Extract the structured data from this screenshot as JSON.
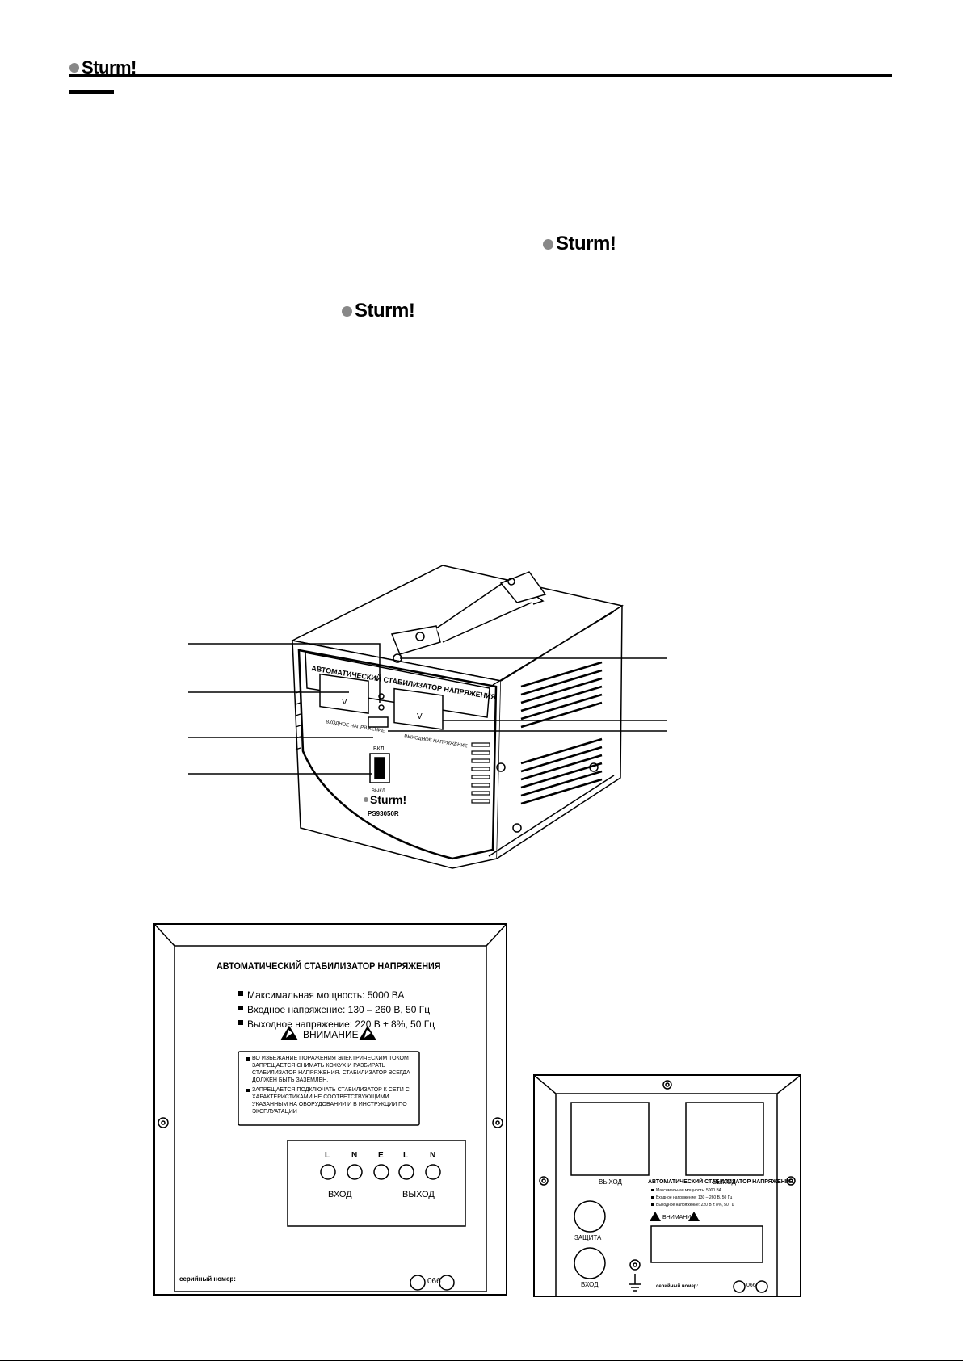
{
  "header": {
    "brand": "Sturm!"
  },
  "logos": {
    "mid_right": "Sturm!",
    "mid_left": "Sturm!"
  },
  "device_front": {
    "top_title": "АВТОМАТИЧЕСКИЙ СТАБИЛИЗАТОР НАПРЯЖЕНИЯ",
    "input_meter_label": "ВХОДНОЕ НАПРЯЖЕНИЕ",
    "output_meter_label": "ВЫХОДНОЕ НАПРЯЖЕНИЕ",
    "meter_unit": "V",
    "switch_label": "ВКЛ",
    "switch_off_label": "ВЫКЛ",
    "brand": "Sturm!",
    "model": "PS93050R"
  },
  "rear_panel_1": {
    "title": "АВТОМАТИЧЕСКИЙ СТАБИЛИЗАТОР НАПРЯЖЕНИЯ",
    "spec_1": "Максимальная мощность: 5000 ВА",
    "spec_2": "Входное напряжение: 130 – 260 В, 50 Гц",
    "spec_3": "Выходное напряжение: 220 В ± 8%, 50 Гц",
    "warning_title": "ВНИМАНИЕ",
    "warning_1": "ВО ИЗБЕЖАНИЕ ПОРАЖЕНИЯ ЭЛЕКТРИЧЕСКИМ ТОКОМ ЗАПРЕЩАЕТСЯ СНИМАТЬ КОЖУХ И РАЗБИРАТЬ СТАБИЛИЗАТОР НАПРЯЖЕНИЯ. СТАБИЛИЗАТОР ВСЕГДА ДОЛЖЕН БЫТЬ ЗАЗЕМЛЕН.",
    "warning_2": "ЗАПРЕЩАЕТСЯ ПОДКЛЮЧАТЬ СТАБИЛИЗАТОР К СЕТИ С ХАРАКТЕРИСТИКАМИ НЕ СООТВЕТСТВУЮЩИМИ УКАЗАННЫМ НА ОБОРУДОВАНИИ И В ИНСТРУКЦИИ ПО ЭКСПЛУАТАЦИИ",
    "terminals": [
      "L",
      "N",
      "E",
      "L",
      "N"
    ],
    "input_label": "ВХОД",
    "output_label": "ВЫХОД",
    "serial_label": "серийный номер:",
    "cert_number": "066"
  },
  "rear_panel_2": {
    "output_left_label": "ВЫХОД",
    "output_right_label": "ВЫХОД",
    "title": "АВТОМАТИЧЕСКИЙ СТАБИЛИЗАТОР НАПРЯЖЕНИЯ",
    "spec_1": "Максимальная мощность: 5000 ВА",
    "spec_2": "Входное напряжение: 130 – 260 В, 50 Гц",
    "spec_3": "Выходное напряжение: 220 В ± 8%, 50 Гц",
    "warning_title": "ВНИМАНИЕ",
    "protection_label": "ЗАЩИТА",
    "input_label": "ВХОД",
    "serial_label": "серийный номер:",
    "cert_number": "066"
  }
}
